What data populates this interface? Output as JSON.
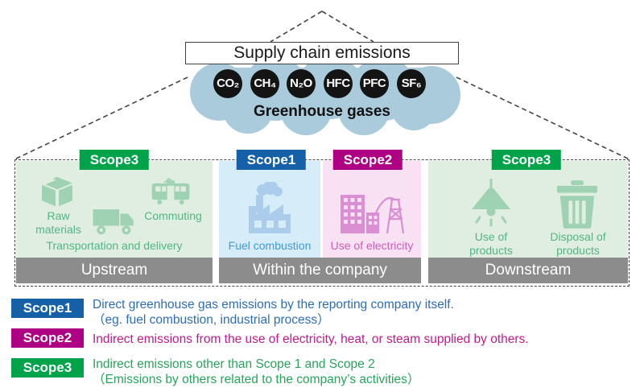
{
  "title_box": {
    "label": "Supply chain emissions"
  },
  "cloud": {
    "label": "Greenhouse gases",
    "gases": [
      "CO₂",
      "CH₄",
      "N₂O",
      "HFC",
      "PFC",
      "SF₆"
    ]
  },
  "panels": {
    "upstream": {
      "badge": "Scope3",
      "bar_label": "Upstream",
      "items": {
        "raw_materials": "Raw\nmaterials",
        "commuting": "Commuting",
        "transportation": "Transportation and delivery"
      }
    },
    "within": {
      "bar_label": "Within the company",
      "scope1_panel": {
        "badge": "Scope1",
        "label": "Fuel combustion"
      },
      "scope2_panel": {
        "badge": "Scope2",
        "label": "Use of electricity"
      }
    },
    "downstream": {
      "badge": "Scope3",
      "bar_label": "Downstream",
      "items": {
        "use_of_products": "Use of\nproducts",
        "disposal_of_products": "Disposal of\nproducts"
      }
    }
  },
  "legend": {
    "scope1": {
      "badge": "Scope1",
      "line1": "Direct greenhouse gas emissions by the reporting company itself.",
      "line2": "（eg. fuel combustion, industrial process）"
    },
    "scope2": {
      "badge": "Scope2",
      "line1": "Indirect emissions from the use of electricity, heat, or steam supplied by others."
    },
    "scope3": {
      "badge": "Scope3",
      "line1": "Indirect emissions other than Scope 1 and Scope 2",
      "line2": "（Emissions by others related to the company’s activities）"
    }
  },
  "colors": {
    "scope1_badge": "#1660a8",
    "scope2_badge": "#ad0082",
    "scope3_badge": "#00a24a",
    "scope1_panel_bg": "#d6edf9",
    "scope2_panel_bg": "#f8e1f2",
    "scope3_panel_bg": "#dfeee0",
    "scope1_text": "#3f9ad5",
    "scope2_text": "#c75eb8",
    "scope3_text": "#53b584",
    "legend_scope1_text": "#2e6db6",
    "legend_scope2_text": "#bc1b8d",
    "legend_scope3_text": "#27a35b",
    "cloud": "#a9cbdb",
    "gas_circle": "#141414",
    "gray_bar": "#8c8c8c"
  }
}
